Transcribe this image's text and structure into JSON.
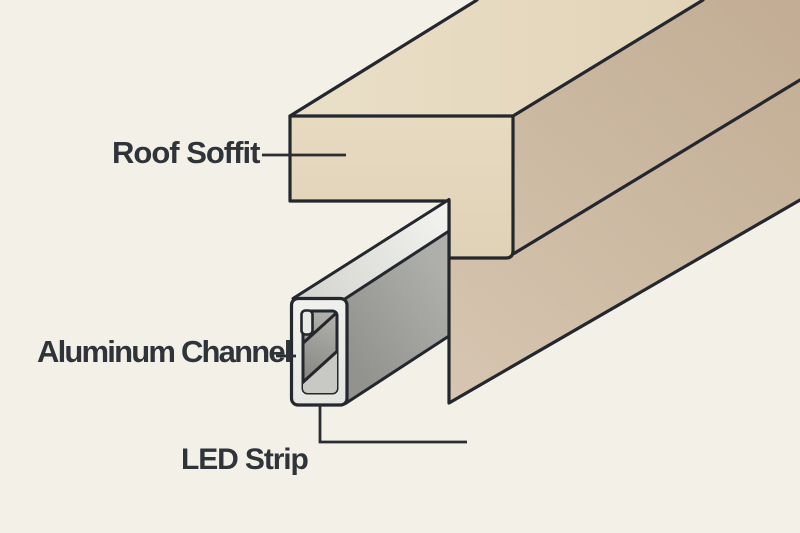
{
  "diagram": {
    "type": "technical-illustration",
    "subject": "Recessed LED strip channel mounted in a roof soffit notch",
    "labels": {
      "roof_soffit": "Roof Soffit",
      "aluminum_channel": "Aluminum Channel",
      "led_strip": "LED Strip"
    },
    "colors": {
      "background": "#f3f0e7",
      "outline": "#23272e",
      "label_text": "#2f343a",
      "soffit_top_face": "#e6dac2",
      "soffit_front_face": "#e4d6bc",
      "soffit_side_face": "#cbb8a0",
      "channel_front_face": "#eeeeeb",
      "channel_top_face": "#e4e4e1",
      "channel_side_face": "#9e9e9a",
      "channel_cavity": "#9a9a96",
      "channel_lip": "#e9e9e6"
    }
  }
}
